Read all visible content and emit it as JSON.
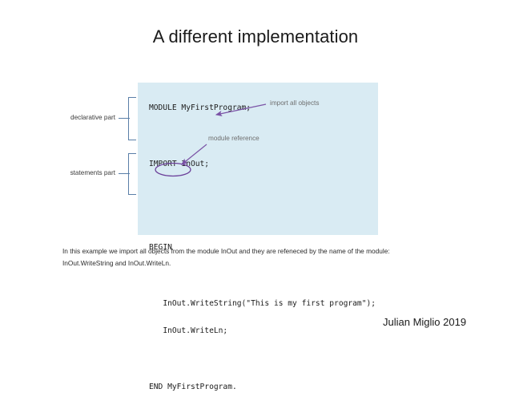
{
  "slide": {
    "title": "A different implementation",
    "background_color": "#ffffff"
  },
  "code_panel": {
    "background_color": "#d9ebf3",
    "lines": [
      "MODULE MyFirstProgram;",
      "",
      "IMPORT InOut;",
      "",
      "",
      "BEGIN",
      "",
      "   InOut.WriteString(\"This is my first program\");",
      "   InOut.WriteLn;",
      "",
      "END MyFirstProgram."
    ]
  },
  "brackets": [
    {
      "label": "declarative part",
      "name": "declarative-part"
    },
    {
      "label": "statements part",
      "name": "statements-part"
    }
  ],
  "annotations": [
    {
      "label": "import all objects",
      "name": "import-all-objects",
      "color": "#7b53a6"
    },
    {
      "label": "module reference",
      "name": "module-reference",
      "color": "#7b53a6"
    }
  ],
  "highlight": {
    "term": "InOut",
    "shape": "ellipse",
    "color": "#6b3f99"
  },
  "body_text": {
    "line1": "In this example we import all objects from the module InOut and they are refeneced by the name of the module:",
    "line2": "InOut.WriteString and InOut.WriteLn."
  },
  "footer": {
    "credit": "Julian Miglio 2019"
  }
}
